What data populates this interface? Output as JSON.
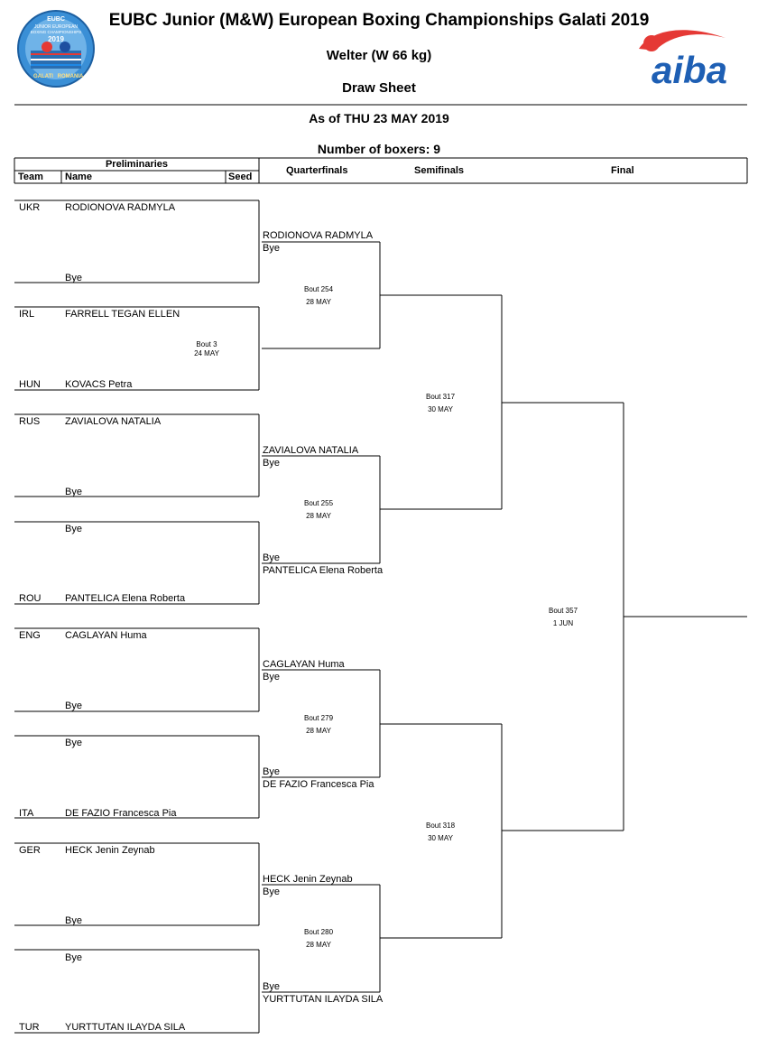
{
  "header": {
    "title": "EUBC Junior (M&W) European Boxing Championships Galati 2019",
    "category": "Welter (W 66 kg)",
    "sheet": "Draw Sheet",
    "as_of": "As of THU 23 MAY 2019",
    "num_boxers": "Number of boxers: 9",
    "left_logo": {
      "line1": "EUBC",
      "line2": "JUNIOR EUROPEAN",
      "line3": "BOXING CHAMPIONSHIPS",
      "year": "2019",
      "city": "GALATI",
      "country": "ROMANIA"
    },
    "right_logo": {
      "text": "aiba"
    }
  },
  "columns": {
    "preliminaries": "Preliminaries",
    "team": "Team",
    "name": "Name",
    "seed": "Seed",
    "quarterfinals": "Quarterfinals",
    "semifinals": "Semifinals",
    "final": "Final"
  },
  "preliminaries": [
    {
      "team": "UKR",
      "name": "RODIONOVA RADMYLA"
    },
    {
      "team": "",
      "name": "Bye"
    },
    {
      "team": "IRL",
      "name": "FARRELL TEGAN ELLEN"
    },
    {
      "team": "HUN",
      "name": "KOVACS Petra"
    },
    {
      "team": "RUS",
      "name": "ZAVIALOVA NATALIA"
    },
    {
      "team": "",
      "name": "Bye"
    },
    {
      "team": "",
      "name": "Bye"
    },
    {
      "team": "ROU",
      "name": "PANTELICA Elena Roberta"
    },
    {
      "team": "ENG",
      "name": "CAGLAYAN Huma"
    },
    {
      "team": "",
      "name": "Bye"
    },
    {
      "team": "",
      "name": "Bye"
    },
    {
      "team": "ITA",
      "name": "DE FAZIO Francesca Pia"
    },
    {
      "team": "GER",
      "name": "HECK Jenin Zeynab"
    },
    {
      "team": "",
      "name": "Bye"
    },
    {
      "team": "",
      "name": "Bye"
    },
    {
      "team": "TUR",
      "name": "YURTTUTAN ILAYDA SILA"
    }
  ],
  "prelim_bouts": [
    {
      "bout": "Bout 3",
      "date": "24 MAY"
    }
  ],
  "quarterfinals": [
    {
      "name": "RODIONOVA RADMYLA"
    },
    {
      "name": "Bye"
    },
    {
      "name": "ZAVIALOVA NATALIA"
    },
    {
      "name": "Bye"
    },
    {
      "name": "Bye"
    },
    {
      "name": "PANTELICA Elena Roberta"
    },
    {
      "name": "CAGLAYAN Huma"
    },
    {
      "name": "Bye"
    },
    {
      "name": "Bye"
    },
    {
      "name": "DE FAZIO Francesca Pia"
    },
    {
      "name": "HECK Jenin Zeynab"
    },
    {
      "name": "Bye"
    },
    {
      "name": "Bye"
    },
    {
      "name": "YURTTUTAN ILAYDA SILA"
    }
  ],
  "qf_bouts": [
    {
      "bout": "Bout 254",
      "date": "28 MAY"
    },
    {
      "bout": "Bout 255",
      "date": "28 MAY"
    },
    {
      "bout": "Bout 279",
      "date": "28 MAY"
    },
    {
      "bout": "Bout 280",
      "date": "28 MAY"
    }
  ],
  "sf_bouts": [
    {
      "bout": "Bout 317",
      "date": "30 MAY"
    },
    {
      "bout": "Bout 318",
      "date": "30 MAY"
    }
  ],
  "final_bout": {
    "bout": "Bout 357",
    "date": "1 JUN"
  }
}
